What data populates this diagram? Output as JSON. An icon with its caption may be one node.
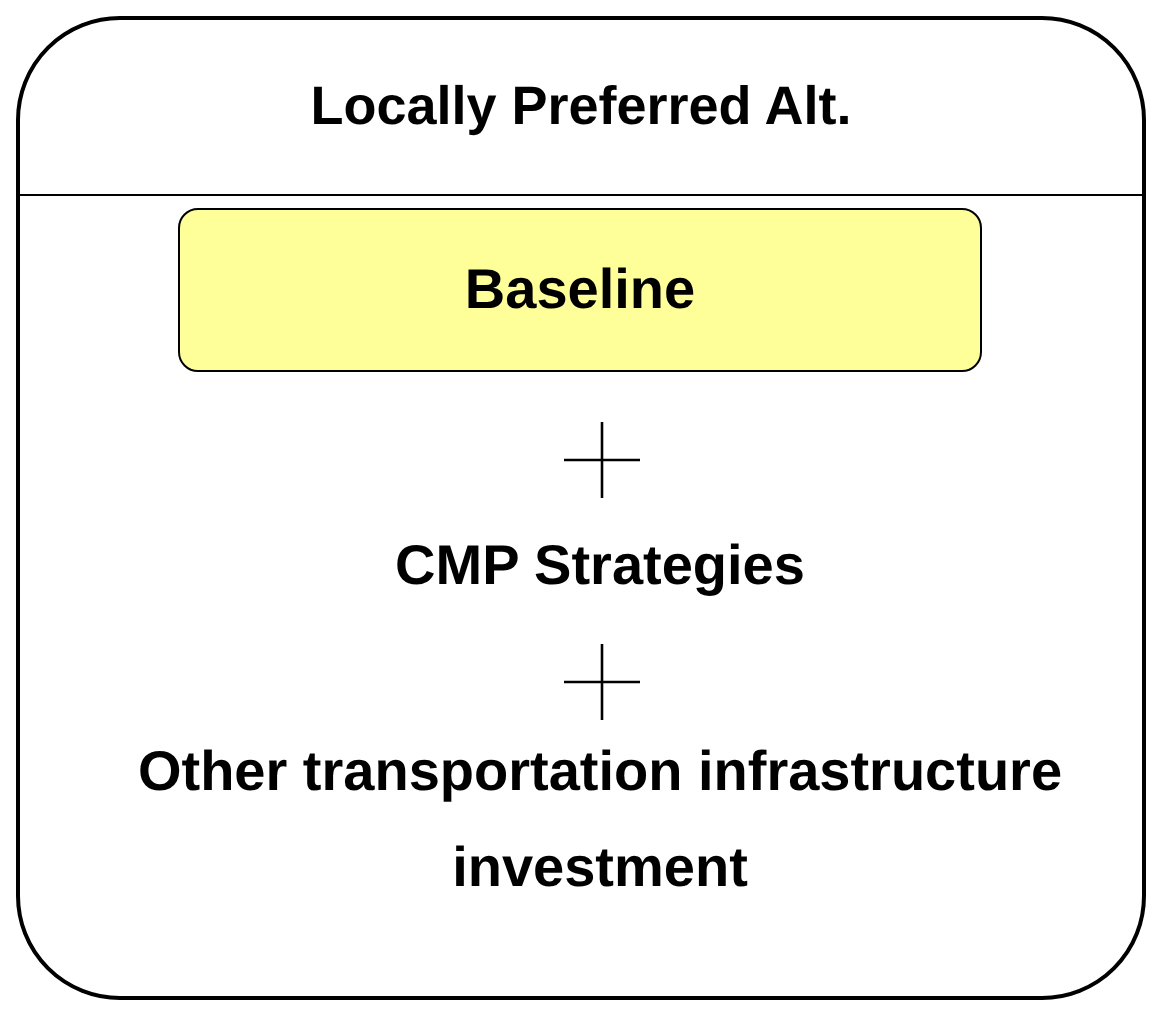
{
  "diagram": {
    "nodes": [
      {
        "text": [
          "Locally Preferred Alt."
        ]
      },
      {
        "text": [
          "Baseline"
        ],
        "in": 0
      }
    ],
    "edges": [],
    "labels": [
      "CMP Strategies",
      "Other transportation infrastructure investment"
    ]
  }
}
